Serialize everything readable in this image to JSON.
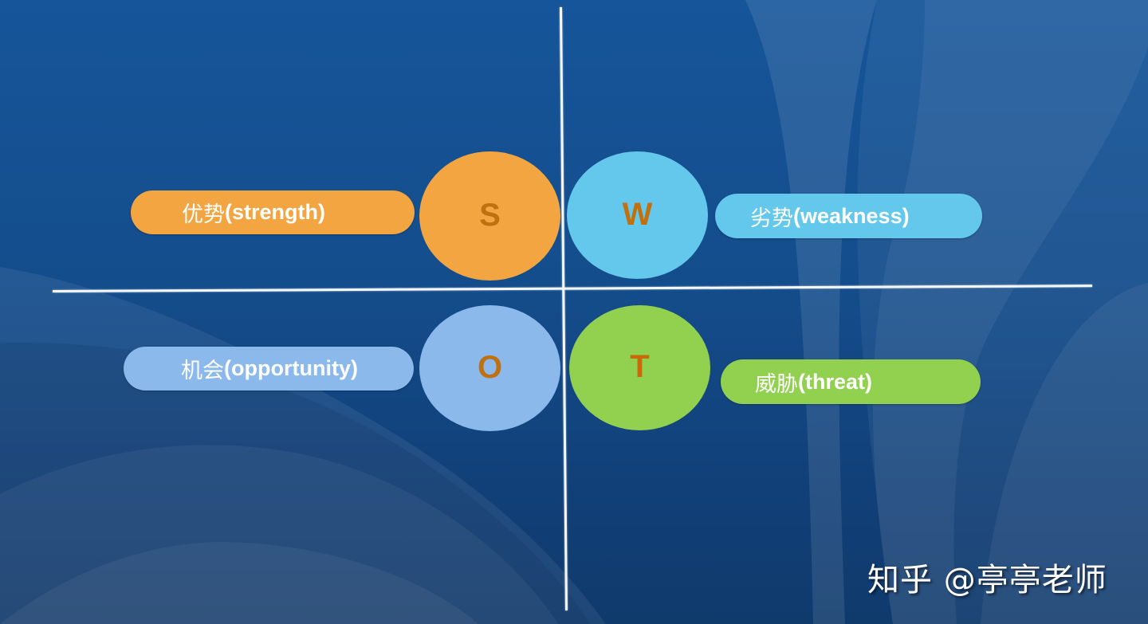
{
  "diagram": {
    "type": "SWOT",
    "colors": {
      "background": "#15519a",
      "divider": "#f4f8fc",
      "letter": "#c07010",
      "strength": "#f2a541",
      "weakness": "#63c8eb",
      "opportunity": "#8bb9ec",
      "threat": "#92d050"
    },
    "quadrants": {
      "strength": {
        "letter": "S",
        "label_cn": "优势",
        "label_en": "(strength)"
      },
      "weakness": {
        "letter": "W",
        "label_cn": "劣势",
        "label_en": "(weakness)"
      },
      "opportunity": {
        "letter": "O",
        "label_cn": "机会",
        "label_en": "(opportunity)"
      },
      "threat": {
        "letter": "T",
        "label_cn": "威胁",
        "label_en": "(threat)"
      }
    }
  },
  "watermark": {
    "text": "知乎 @亭亭老师"
  }
}
